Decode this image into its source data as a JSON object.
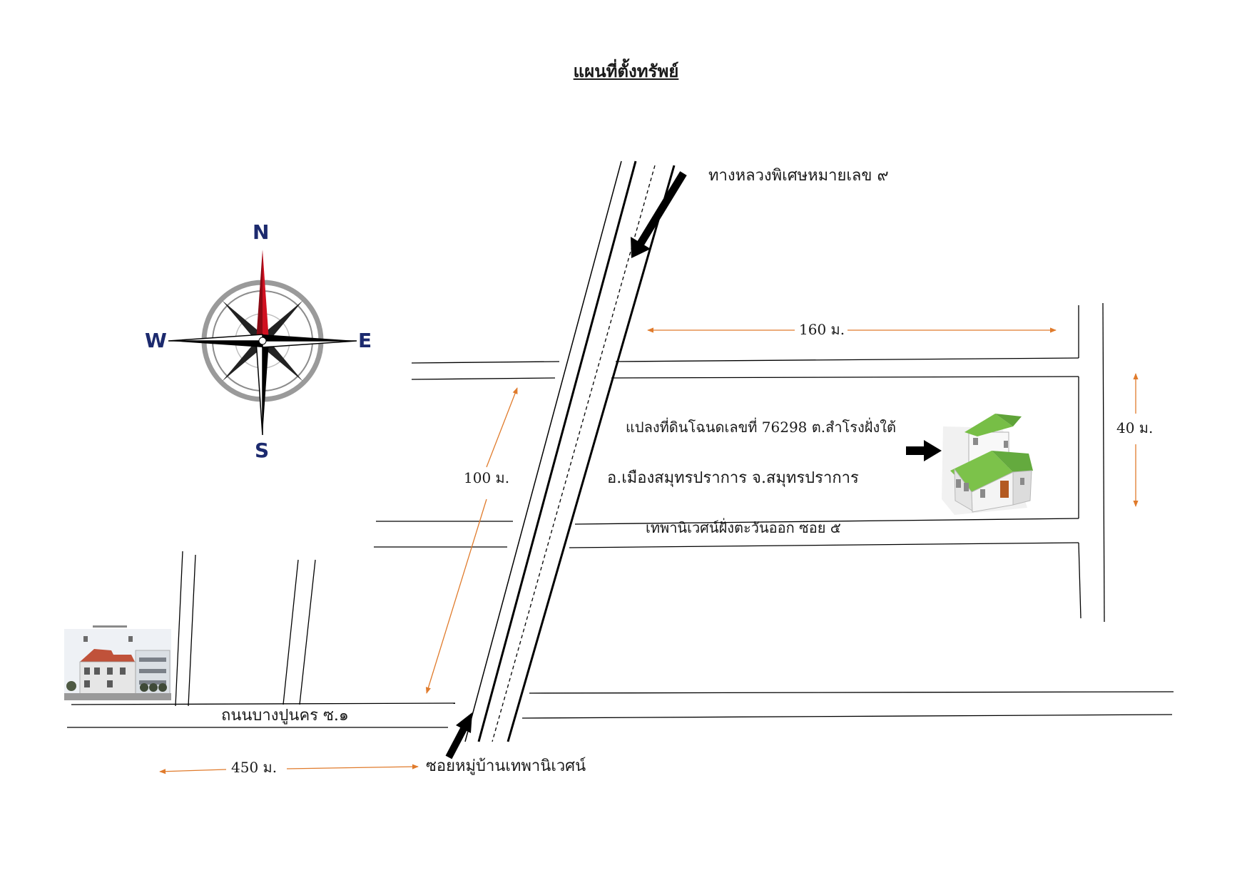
{
  "title": "แผนที่ตั้งทรัพย์",
  "compass": {
    "north": "N",
    "south": "S",
    "east": "E",
    "west": "W"
  },
  "roads": {
    "highway": "ทางหลวงพิเศษหมายเลข ๙",
    "soi5": "เทพานิเวศน์ฝั่งตะวันออก ซอย ๕",
    "bangpoo": "ถนนบางปูนคร ซ.๑",
    "village": "ซอยหมู่บ้านเทพานิเวศน์"
  },
  "parcel": {
    "line1": "แปลงที่ดินโฉนดเลขที่ 76298 ต.สำโรงฝั่งใต้",
    "line2": "อ.เมืองสมุทรปราการ จ.สมุทรปราการ"
  },
  "distances": {
    "d160": "160 ม.",
    "d100": "100 ม.",
    "d40": "40 ม.",
    "d450": "450 ม."
  },
  "colors": {
    "dimension": "#E07B2C",
    "compass_red": "#D01020",
    "compass_letters": "#1c2a6e",
    "roof": "#7CC24A"
  },
  "icons": [
    "compass-rose-icon",
    "house-icon",
    "office-building-icon",
    "direction-arrow-icon"
  ]
}
